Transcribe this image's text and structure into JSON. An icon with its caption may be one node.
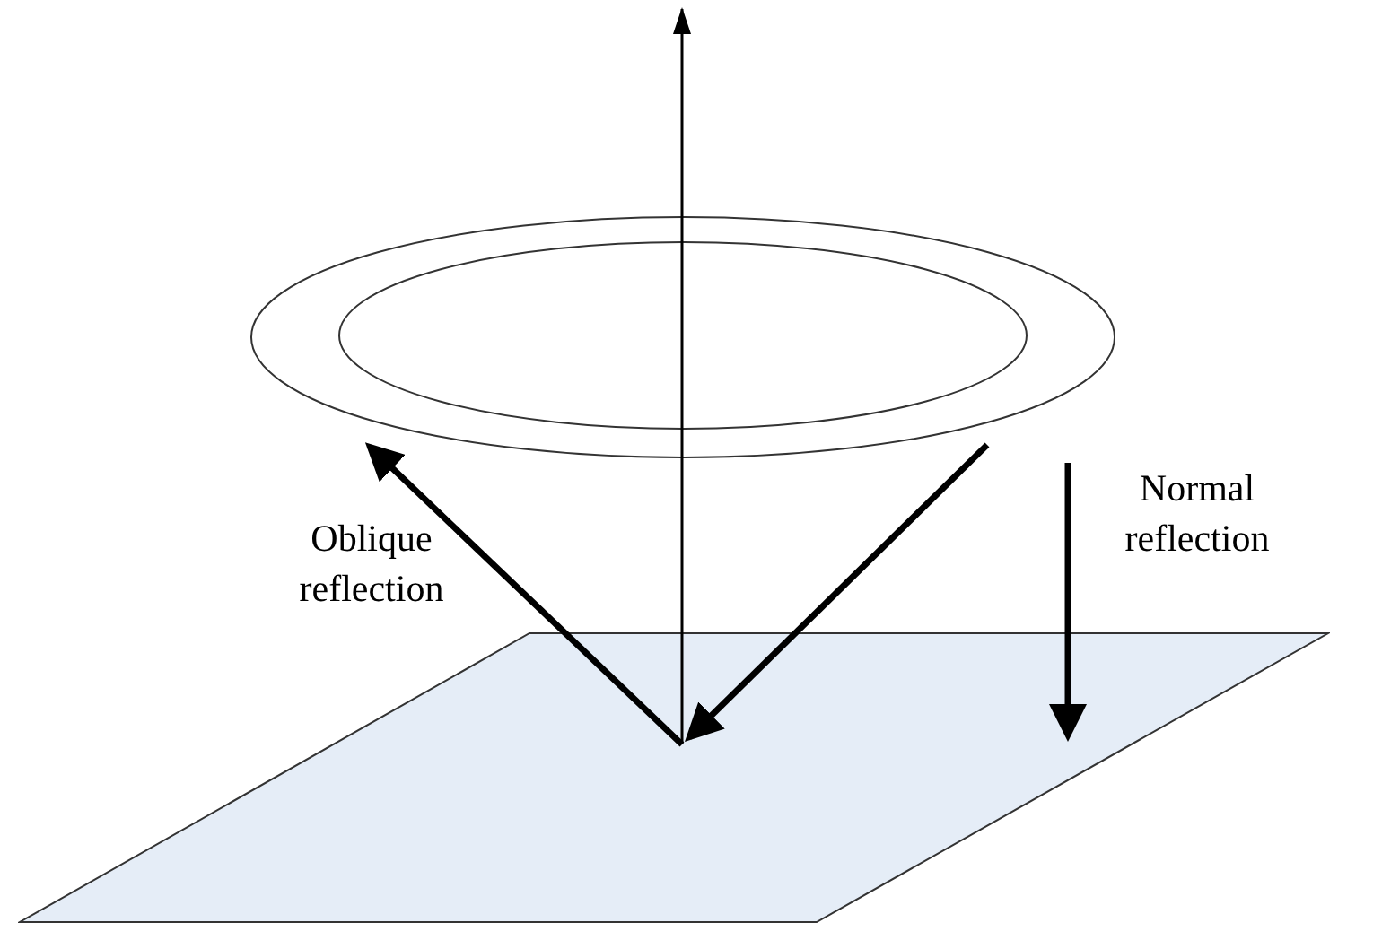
{
  "diagram": {
    "nodes": [
      {
        "text": [],
        "shape": "parallelogram"
      },
      {
        "text": [],
        "shape": "ellipse"
      }
    ],
    "edges": [
      {
        "from": 0,
        "to": null,
        "arrow": "to"
      },
      {
        "from": 0,
        "to": 1,
        "arrow": "to"
      },
      {
        "from": 1,
        "to": 0,
        "arrow": "to"
      },
      {
        "from": 1,
        "to": 0,
        "arrow": "to"
      }
    ],
    "labels": [
      "Oblique reflection",
      "Normal reflection"
    ]
  }
}
